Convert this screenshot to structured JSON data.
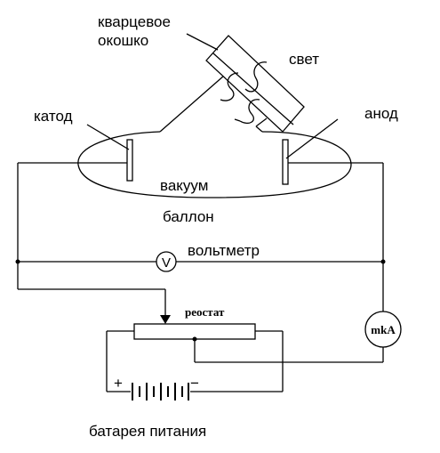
{
  "diagram": {
    "labels": {
      "window": [
        "кварцевое",
        "окошко"
      ],
      "light": "свет",
      "cathode": "катод",
      "anode": "анод",
      "vacuum": "вакуум",
      "bulb": "баллон",
      "voltmeter": "вольтметр",
      "rheostat": "реостат",
      "battery": "батарея питания",
      "voltmeter_symbol": "V",
      "microammeter_symbol": "mkA",
      "plus": "+",
      "minus": "−"
    },
    "colors": {
      "line": "#000000",
      "background": "#ffffff"
    }
  }
}
